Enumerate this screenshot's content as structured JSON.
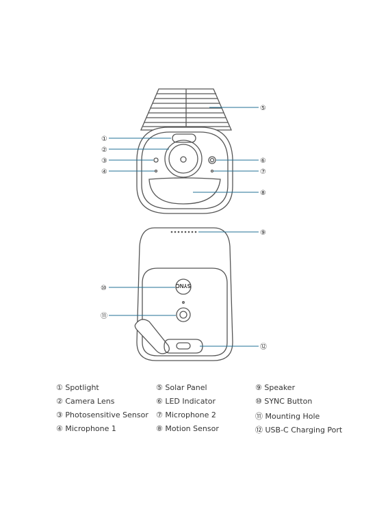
{
  "callouts": {
    "c1": "①",
    "c2": "②",
    "c3": "③",
    "c4": "④",
    "c5": "⑤",
    "c6": "⑥",
    "c7": "⑦",
    "c8": "⑧",
    "c9": "⑨",
    "c10": "⑩",
    "c11": "⑪",
    "c12": "⑫"
  },
  "sync_label": "SYNC",
  "legend": {
    "col1": [
      "① Spotlight",
      "② Camera Lens",
      "③ Photosensitive Sensor",
      "④ Microphone 1"
    ],
    "col2": [
      "⑤ Solar Panel",
      "⑥ LED Indicator",
      "⑦ Microphone 2",
      "⑧ Motion Sensor"
    ],
    "col3": [
      "⑨ Speaker",
      "⑩ SYNC Button",
      "⑪ Mounting Hole",
      "⑫ USB-C Charging Port"
    ]
  },
  "colors": {
    "outline": "#555555",
    "leader": "#1f6f94",
    "text": "#333333"
  }
}
